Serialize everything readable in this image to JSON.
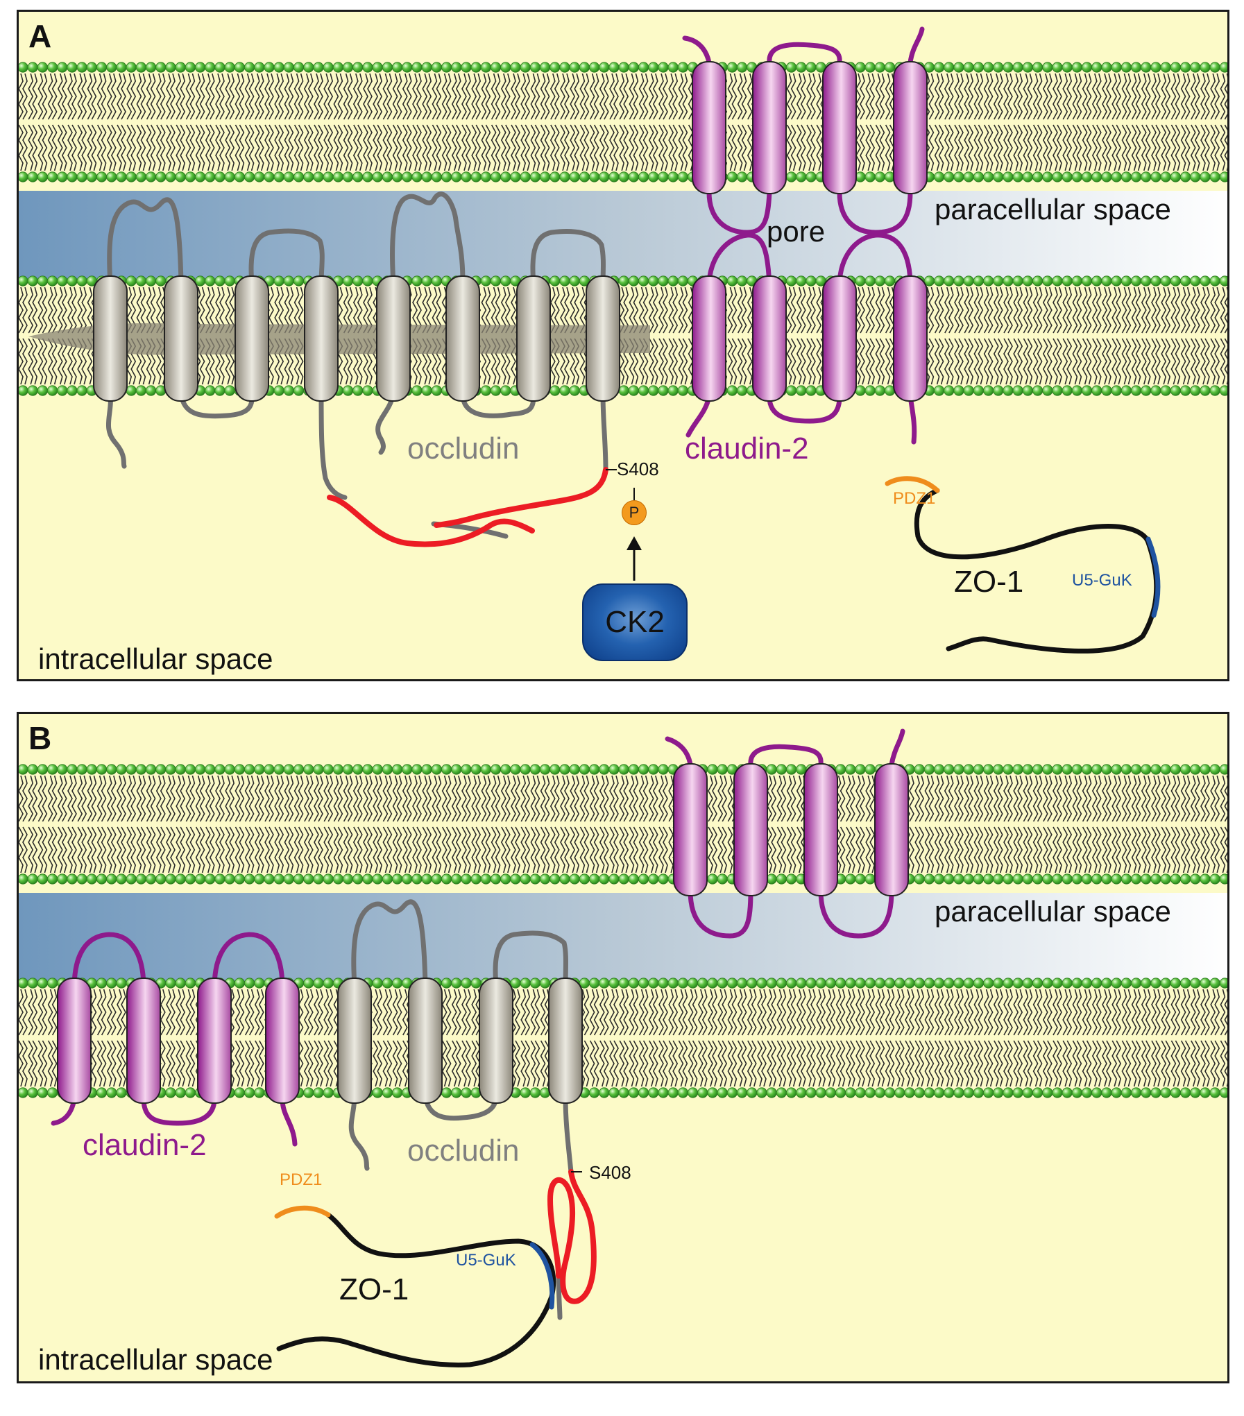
{
  "panelA": {
    "letter": "A",
    "paracellular": "paracellular space",
    "intracellular": "intracellular space",
    "pore": "pore",
    "occludin": "occludin",
    "claudin": "claudin-2",
    "s408": "S408",
    "p": "P",
    "ck2": "CK2",
    "zo1": "ZO-1",
    "pdz1": "PDZ1",
    "u5guk": "U5-GuK"
  },
  "panelB": {
    "letter": "B",
    "paracellular": "paracellular space",
    "intracellular": "intracellular space",
    "occludin": "occludin",
    "claudin": "claudin-2",
    "s408": "S408",
    "zo1": "ZO-1",
    "pdz1": "PDZ1",
    "u5guk": "U5-GuK"
  },
  "colors": {
    "background": "#fcfac8",
    "occludin": "#777777",
    "claudin": "#8e1a8c",
    "red_segment": "#ec1c24",
    "pdz1": "#ef8c1c",
    "u5guk": "#1f53a0",
    "lipid_head": "#4fb53a",
    "ck2": "#1c5aa8"
  }
}
